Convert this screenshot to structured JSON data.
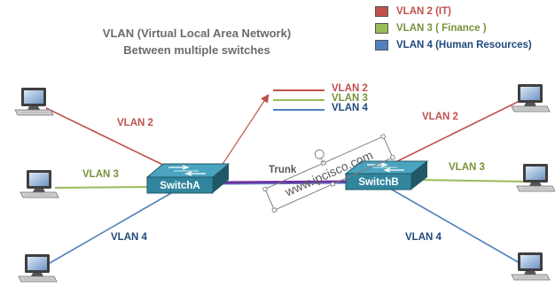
{
  "title": {
    "line1": "VLAN (Virtual Local Area Network)",
    "line2": "Between multiple switches"
  },
  "legend": [
    {
      "label": "VLAN 2 (IT)",
      "color": "#c0504d"
    },
    {
      "label": "VLAN 3 ( Finance )",
      "color": "#9bbb59"
    },
    {
      "label": "VLAN 4 (Human Resources)",
      "color": "#4f81bd"
    }
  ],
  "trunk_legend": {
    "vlan2": "VLAN 2",
    "vlan3": "VLAN 3",
    "vlan4": "VLAN 4"
  },
  "links": {
    "left_vlan2": "VLAN 2",
    "left_vlan3": "VLAN 3",
    "left_vlan4": "VLAN 4",
    "right_vlan2": "VLAN 2",
    "right_vlan3": "VLAN 3",
    "right_vlan4": "VLAN 4",
    "trunk": "Trunk"
  },
  "switches": {
    "a": "SwitchA",
    "b": "SwitchB"
  },
  "watermark": "www.ipcisco.com",
  "colors": {
    "vlan2": "#c0504d",
    "vlan3": "#9bbb59",
    "vlan4": "#4f81bd",
    "trunk": "#7030a0",
    "switch": "#31859c",
    "text_title": "#6b6b6b",
    "text_vlan2": "#c0504d",
    "text_vlan3": "#77933c",
    "text_vlan4": "#1f497d",
    "text_trunk": "#595959"
  }
}
